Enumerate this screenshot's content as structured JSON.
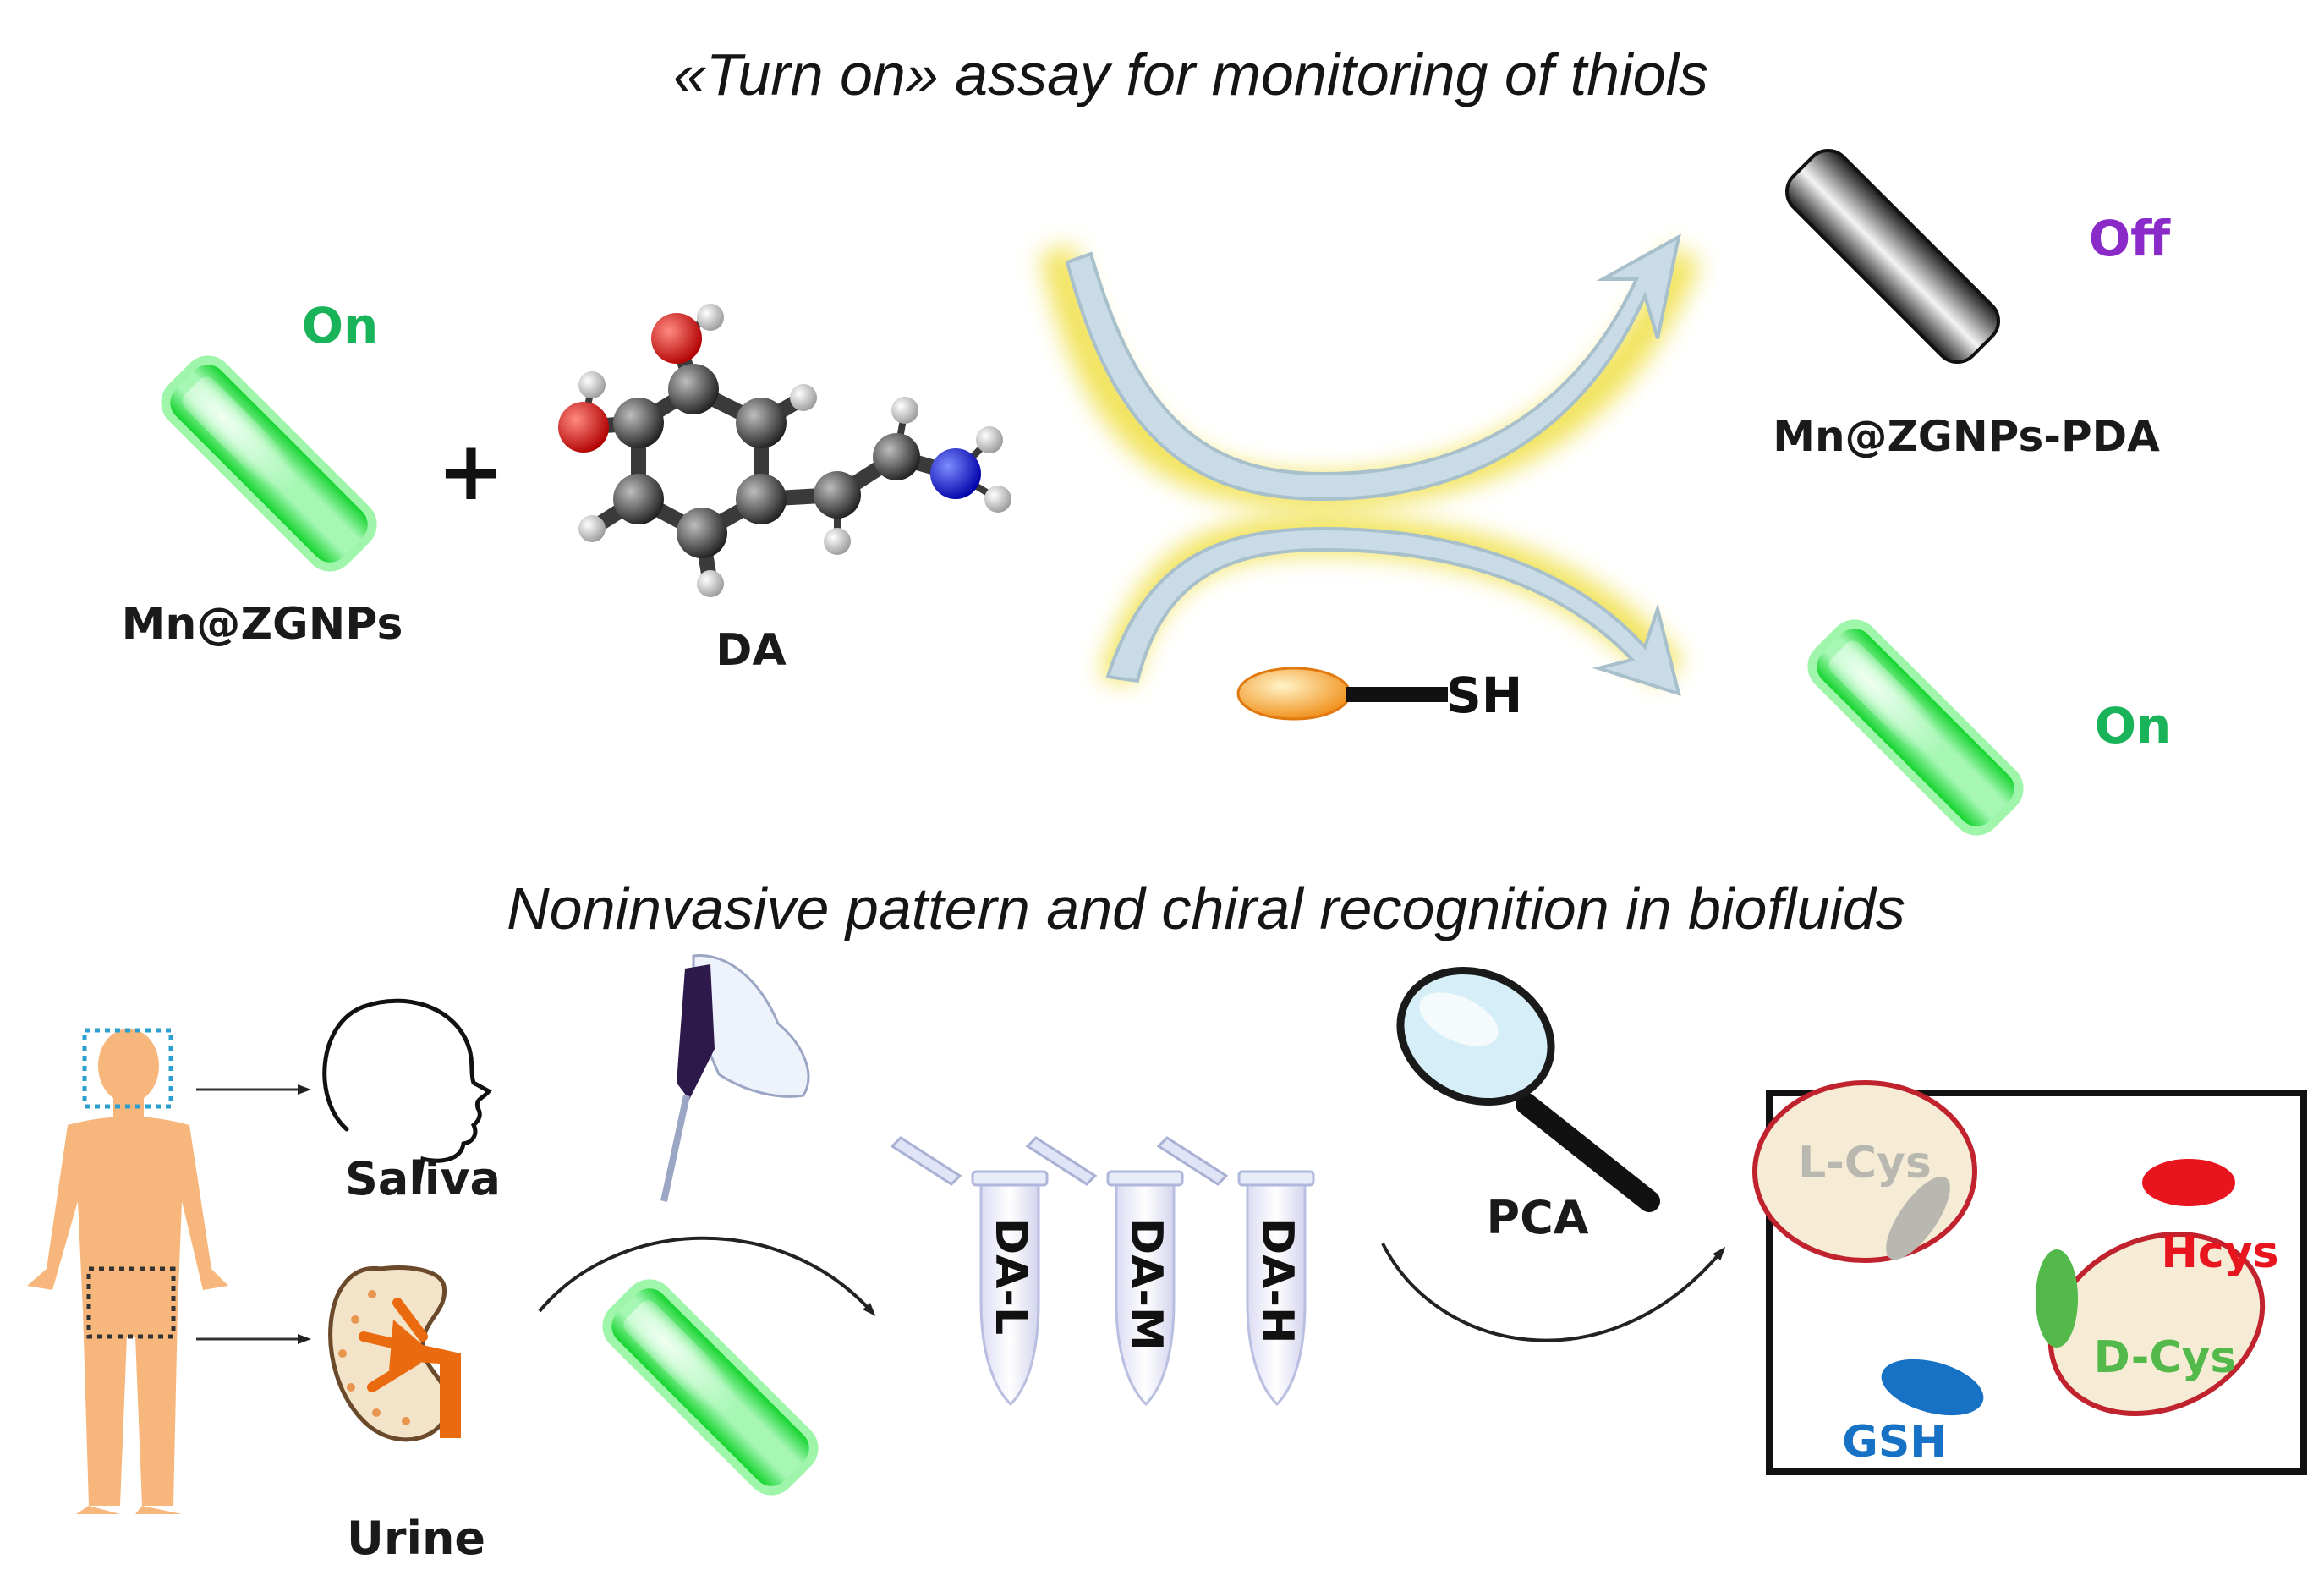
{
  "colors": {
    "on_green": "#19b35a",
    "off_purple": "#8a2ac9",
    "hcys_red": "#e8141e",
    "dcys_green": "#52b94a",
    "lcys_grey": "#b8b8b0",
    "gsh_blue": "#1771c4",
    "rod_green": "#1ee83c",
    "sh_orange": "#f49a1c",
    "ring_red": "#c0232d",
    "cream": "#f6ecd6"
  },
  "top": {
    "heading": "«Turn on» assay for monitoring of thiols",
    "rod_label": "Mn@ZGNPs",
    "on_label_1": "On",
    "plus": "+",
    "molecule_label": "DA",
    "off_label": "Off",
    "product_label": "Mn@ZGNPs-PDA",
    "thiol_label": "SH",
    "on_label_2": "On"
  },
  "bottom": {
    "heading": "Noninvasive pattern and chiral recognition in biofluids",
    "saliva_label": "Saliva",
    "urine_label": "Urine",
    "tubes": [
      "DA-L",
      "DA-M",
      "DA-H"
    ],
    "pca_label": "PCA",
    "pca_plot": {
      "l_cys": "L-Cys",
      "hcys": "Hcys",
      "d_cys": "D-Cys",
      "gsh": "GSH"
    }
  }
}
